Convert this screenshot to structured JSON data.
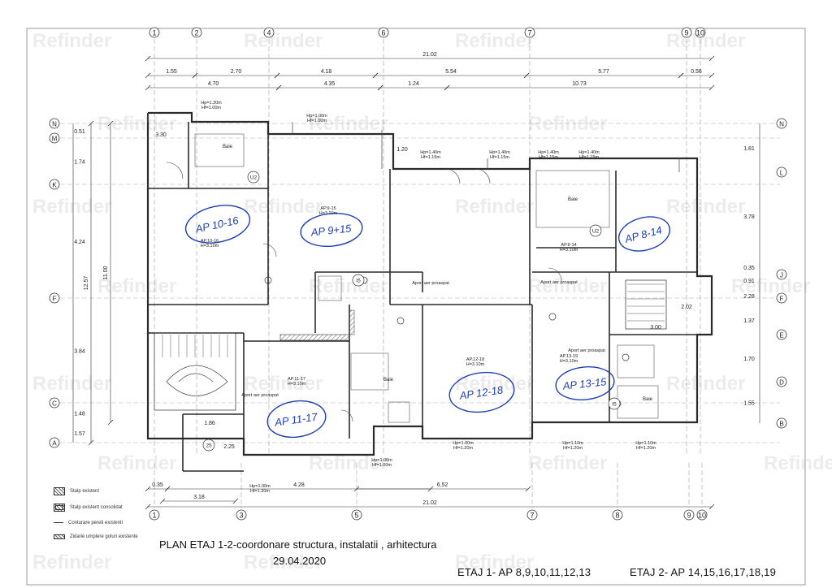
{
  "watermark": "Refinder",
  "colors": {
    "line": "#2a2a2a",
    "thin": "#555555",
    "ink_blue": "#1f3fb0",
    "hatch": "#777777"
  },
  "title": {
    "line1": "PLAN ETAJ 1-2-coordonare structura, instalatii , arhitectura",
    "line2": "29.04.2020"
  },
  "etaj": {
    "etaj1": "ETAJ 1- AP 8,9,10,11,12,13",
    "etaj2": "ETAJ 2- AP 14,15,16,17,18,19"
  },
  "legend": [
    {
      "label": "Stalp existent",
      "icon": "hatched-square"
    },
    {
      "label": "Stalp existent consolidat",
      "icon": "double-square"
    },
    {
      "label": "Conturare pereti existenti",
      "icon": "thin-line"
    },
    {
      "label": "Zidarie umplere goluri existente",
      "icon": "hatched-strip"
    }
  ],
  "axes_numeric_top": [
    "1",
    "2",
    "4",
    "6",
    "7",
    "9",
    "10"
  ],
  "axes_numeric_bottom": [
    "1",
    "3",
    "5",
    "7",
    "8",
    "9",
    "10"
  ],
  "axes_letter_left": [
    "N",
    "M",
    "K",
    "F",
    "C",
    "A"
  ],
  "axes_letter_right": [
    "N",
    "L",
    "J",
    "F",
    "E",
    "D",
    "B"
  ],
  "dims": {
    "top_total": "21.02",
    "top_row2": [
      "1.55",
      "2.70",
      "4.18",
      "5.54",
      "5.77",
      "0.56"
    ],
    "top_row3": [
      "4.70",
      "4.35",
      "1.24",
      "10.73"
    ],
    "bottom_total": "21.02",
    "bottom_row": [
      "0.35",
      "4.28",
      "6.52"
    ],
    "bottom_small": "3.18",
    "left_total": "12.57",
    "left_mid": "11.00",
    "left_parts": [
      "0.51",
      "1.74",
      "4.24",
      "3.84",
      "1.48",
      "1.57"
    ],
    "right_parts": [
      "1.81",
      "3.78",
      "0.35",
      "0.91",
      "2.28",
      "1.37",
      "1.70",
      "1.55"
    ],
    "inner": [
      "3.30",
      "1.20",
      "3.00",
      "2.02",
      "1.86",
      "2.25"
    ]
  },
  "apartments": [
    {
      "label": "AP 10-16",
      "small": "AP.10-16",
      "h": "H=3.10m"
    },
    {
      "label": "AP 9+15",
      "small": "AP.9-15",
      "h": "H=3.10m"
    },
    {
      "label": "AP 8-14",
      "small": "AP.8-14",
      "h": "H=3.10m"
    },
    {
      "label": "AP 11-17",
      "small": "AP.11-17",
      "h": "H=3.10m"
    },
    {
      "label": "AP 12-18",
      "small": "AP.12-18",
      "h": "H=3.10m"
    },
    {
      "label": "AP 13-15",
      "small": "AP.13-19",
      "h": "H=3.10m"
    }
  ],
  "notes": {
    "baie": "Baie",
    "aport": "Aport aer proaspat",
    "hp1": "Hp=1.20m",
    "hf1": "Hf=1.00m",
    "hp2": "Hp=1.40m",
    "hf2": "Hf=1.15m",
    "hp3": "Hp=1.00m",
    "hf3": "Hf=1.30m",
    "hp4": "Hp=1.10m",
    "hf4": "Hf=1.20m",
    "u2": "U2",
    "s25": "25",
    "i5": "I5"
  }
}
